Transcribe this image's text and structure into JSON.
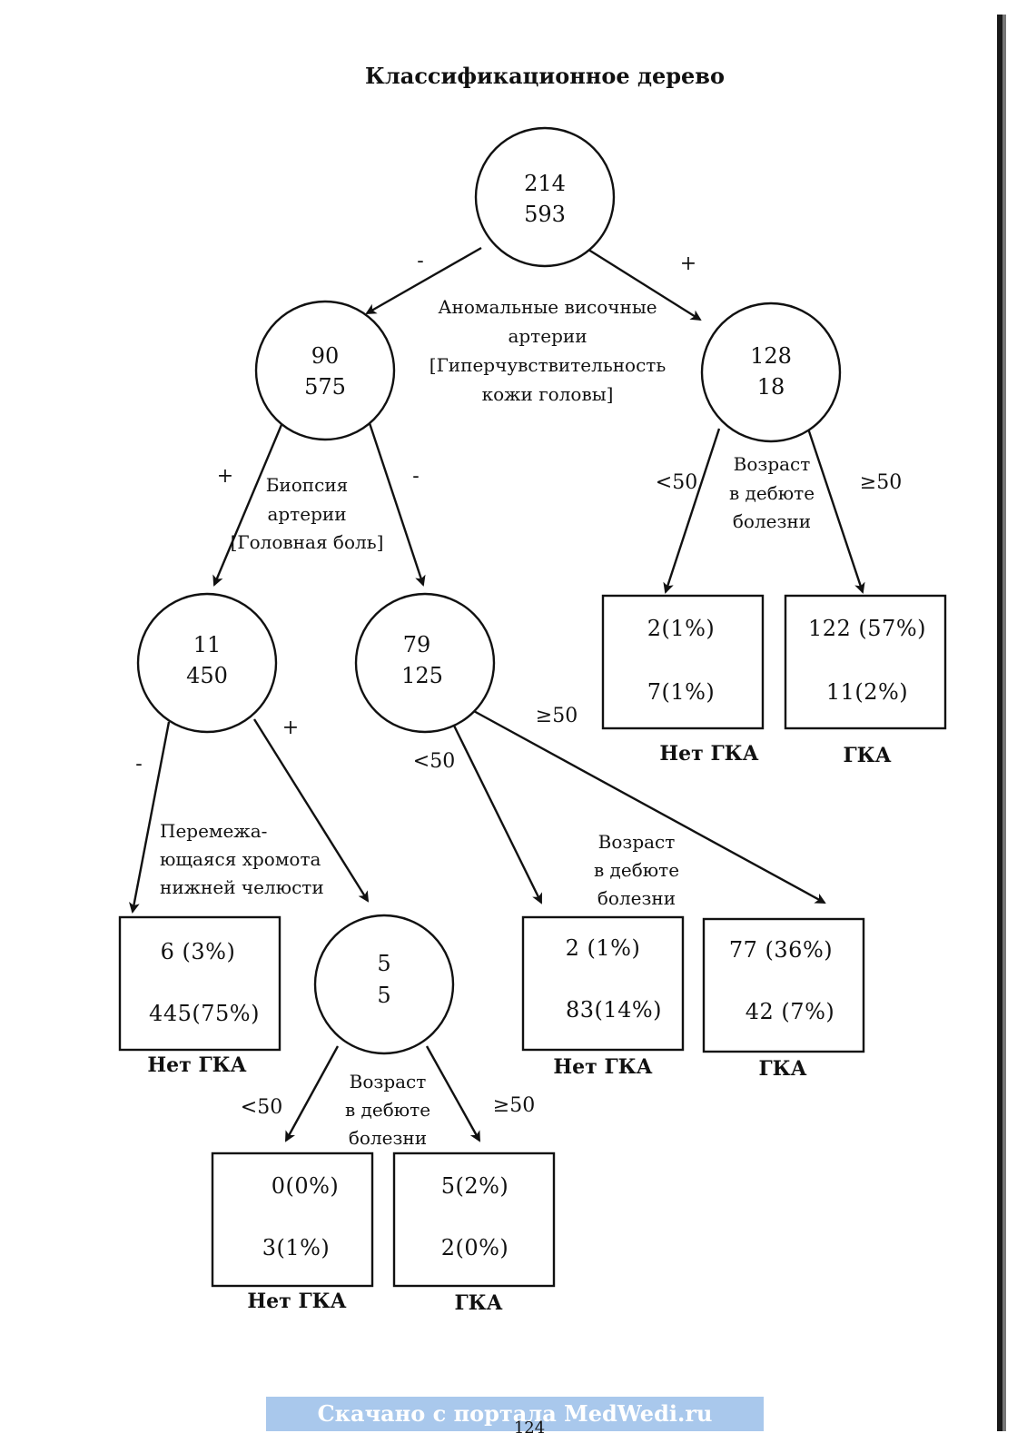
{
  "title": "Классификационное дерево",
  "nodes": {
    "root": {
      "top": "214",
      "bottom": "593"
    },
    "n_left": {
      "top": "90",
      "bottom": "575"
    },
    "n_right": {
      "top": "128",
      "bottom": "18"
    },
    "n_ll": {
      "top": "11",
      "bottom": "450"
    },
    "n_lr": {
      "top": "79",
      "bottom": "125"
    },
    "n_llr": {
      "top": "5",
      "bottom": "5"
    }
  },
  "questions": {
    "q_root": [
      "Аномальные височные",
      "артерии",
      "[Гиперчувствительность",
      "кожи головы]"
    ],
    "q_left": [
      "Биопсия",
      "артерии",
      "[Головная боль]"
    ],
    "q_right": [
      "Возраст",
      "в дебюте",
      "болезни"
    ],
    "q_ll": [
      "Перемежа-",
      "ющаяся хромота",
      "нижней челюсти"
    ],
    "q_lr": [
      "Возраст",
      "в дебюте",
      "болезни"
    ],
    "q_llr": [
      "Возраст",
      "в дебюте",
      "болезни"
    ]
  },
  "branches": {
    "root_left": "-",
    "root_right": "+",
    "left_left": "+",
    "left_right": "-",
    "right_left": "<50",
    "right_right": "≥50",
    "ll_left": "-",
    "ll_right": "+",
    "lr_left": "<50",
    "lr_right": "≥50",
    "llr_left": "<50",
    "llr_right": "≥50"
  },
  "leaves": {
    "leaf_r_lt50": {
      "top": "2(1%)",
      "bottom": "7(1%)",
      "label": "Нет ГКА"
    },
    "leaf_r_ge50": {
      "top": "122 (57%)",
      "bottom": "11(2%)",
      "label": "ГКА"
    },
    "leaf_ll_minus": {
      "top": "6 (3%)",
      "bottom": "445(75%)",
      "label": "Нет ГКА"
    },
    "leaf_lr_lt50": {
      "top": "2 (1%)",
      "bottom": "83(14%)",
      "label": "Нет ГКА"
    },
    "leaf_lr_ge50": {
      "top": "77 (36%)",
      "bottom": "42 (7%)",
      "label": "ГКА"
    },
    "leaf_llr_lt50": {
      "top": "0(0%)",
      "bottom": "3(1%)",
      "label": "Нет ГКА"
    },
    "leaf_llr_ge50": {
      "top": "5(2%)",
      "bottom": "2(0%)",
      "label": "ГКА"
    }
  },
  "watermark": "Скачано с портала MedWedi.ru",
  "page_number": "124",
  "colors": {
    "ink": "#111111",
    "banner": "#a9c8ec"
  }
}
